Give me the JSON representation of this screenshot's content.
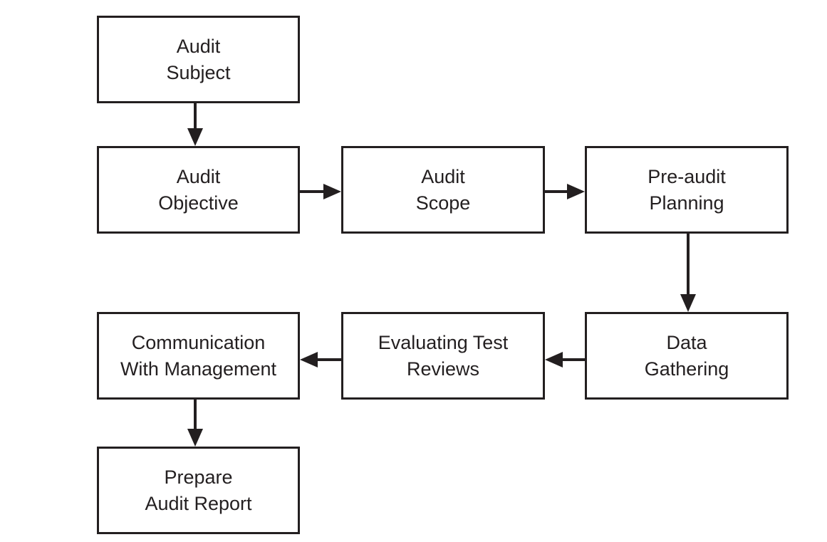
{
  "colors": {
    "stroke": "#231f20",
    "background": "#ffffff"
  },
  "nodes": {
    "audit_subject": {
      "line1": "Audit",
      "line2": "Subject"
    },
    "audit_objective": {
      "line1": "Audit",
      "line2": "Objective"
    },
    "audit_scope": {
      "line1": "Audit",
      "line2": "Scope"
    },
    "pre_audit_planning": {
      "line1": "Pre-audit",
      "line2": "Planning"
    },
    "data_gathering": {
      "line1": "Data",
      "line2": "Gathering"
    },
    "evaluating_test_reviews": {
      "line1": "Evaluating Test",
      "line2": "Reviews"
    },
    "communication_with_management": {
      "line1": "Communication",
      "line2": "With Management"
    },
    "prepare_audit_report": {
      "line1": "Prepare",
      "line2": "Audit Report"
    }
  }
}
